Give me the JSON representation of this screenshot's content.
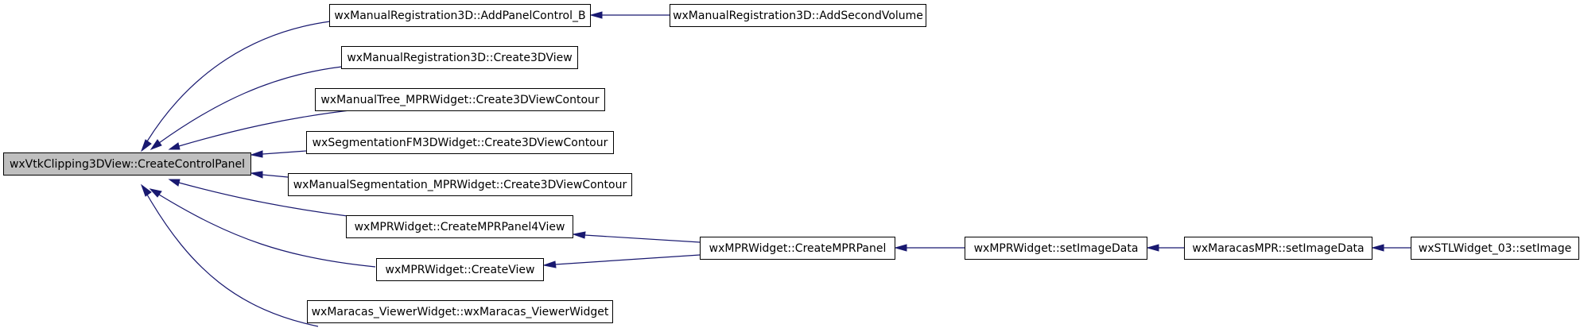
{
  "colors": {
    "edge": "#191970",
    "root_fill": "#bfbfbf",
    "node_border": "#000000"
  },
  "nodes": {
    "root": "wxVtkClipping3DView::CreateControlPanel",
    "mr_addpanel": "wxManualRegistration3D::AddPanelControl_B",
    "mr_addsecond": "wxManualRegistration3D::AddSecondVolume",
    "mr_create3d": "wxManualRegistration3D::Create3DView",
    "mt_contour": "wxManualTree_MPRWidget::Create3DViewContour",
    "seg_contour": "wxSegmentationFM3DWidget::Create3DViewContour",
    "ms_contour": "wxManualSegmentation_MPRWidget::Create3DViewContour",
    "mpr_panel4": "wxMPRWidget::CreateMPRPanel4View",
    "mpr_view": "wxMPRWidget::CreateView",
    "viewer": "wxMaracas_ViewerWidget::wxMaracas_ViewerWidget",
    "mpr_panel": "wxMPRWidget::CreateMPRPanel",
    "mpr_setimage": "wxMPRWidget::setImageData",
    "maracas_setimage": "wxMaracasMPR::setImageData",
    "stl_setimage": "wxSTLWidget_03::setImage"
  }
}
